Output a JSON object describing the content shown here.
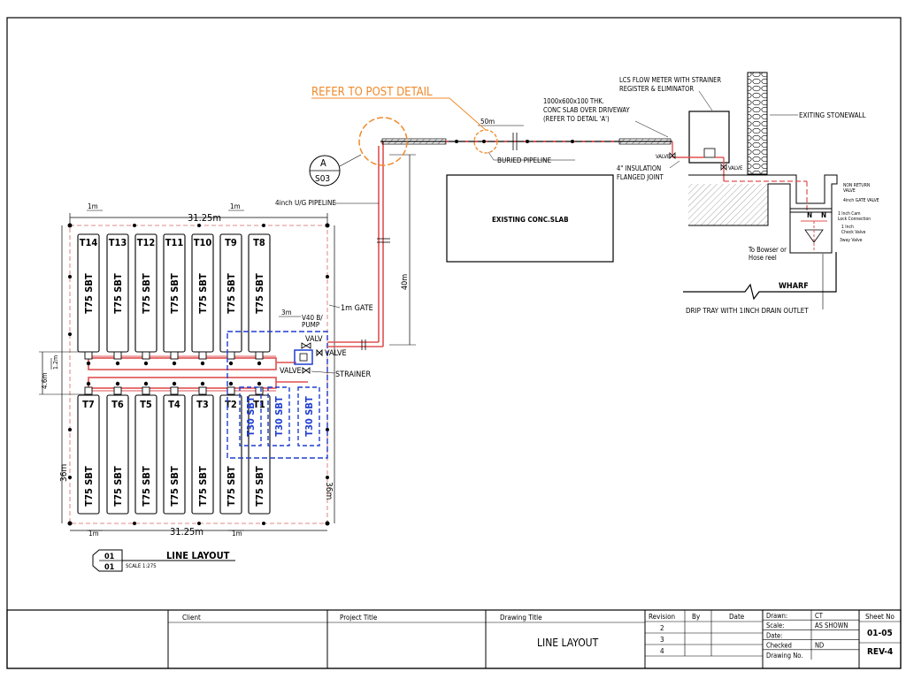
{
  "drawing": {
    "refer_to_post_detail": "REFER TO POST DETAIL",
    "detail_marker": {
      "letter": "A",
      "sheet": "S03"
    },
    "pipeline_label": "4inch U/G PIPELINE",
    "distance_50m": "50m",
    "distance_40m": "40m",
    "conc_slab_note": [
      "1000x600x100 THK.",
      "CONC SLAB OVER DRIVEWAY",
      "(REFER TO DETAIL 'A')"
    ],
    "buried_pipeline": "BURIED PIPELINE",
    "lcs_flow_meter": [
      "LCS FLOW METER WITH STRAINER",
      "REGISTER & ELIMINATOR"
    ],
    "insulation_joint": [
      "4\" INSULATION",
      "FLANGED JOINT"
    ],
    "existing_stonewall": "EXITING STONEWALL",
    "existing_slab": "EXISTING CONC.SLAB",
    "valve_label": "VALVE",
    "valv_label": "VALV",
    "strainer": "STRAINER",
    "pump": [
      "V40 B/",
      "PUMP"
    ],
    "gate": "1m GATE",
    "dim_3m": "3m",
    "dim_1m": "1m",
    "dim_3125": "31.25m",
    "dim_36": "36m",
    "dim_46": "4.6m",
    "dim_12": "1.2m",
    "wharf_notes": [
      "NON RETURN",
      "VALVE",
      "4inch GATE VALVE",
      "1 Inch Cam",
      "Lock Connection",
      "1 Inch",
      "Check Valve",
      "3way Valve"
    ],
    "bowser": [
      "To Bowser or",
      "Hose reel"
    ],
    "wharf": "WHARF",
    "drip_tray": "DRIP TRAY WITH 1INCH DRAIN OUTLET",
    "view_title": "LINE LAYOUT",
    "view_num": [
      "01",
      "01"
    ],
    "scale_note": "SCALE 1:275",
    "tanks_top": [
      "T14",
      "T13",
      "T12",
      "T11",
      "T10",
      "T9",
      "T8"
    ],
    "tanks_bottom": [
      "T7",
      "T6",
      "T5",
      "T4",
      "T3",
      "T2",
      "T1"
    ],
    "tank_type": "T75 SBT",
    "small_tank_type": "T30 SBT"
  },
  "title_block": {
    "client_label": "Client",
    "project_label": "Project Title",
    "drawing_title_label": "Drawing Title",
    "drawing_title": "LINE LAYOUT",
    "revision_headers": [
      "Revision",
      "By",
      "Date"
    ],
    "revisions": [
      "2",
      "3",
      "4"
    ],
    "info": [
      {
        "k": "Drawn:",
        "v": "CT"
      },
      {
        "k": "Scale:",
        "v": "AS SHOWN"
      },
      {
        "k": "Date:",
        "v": ""
      },
      {
        "k": "Checked",
        "v": "ND"
      },
      {
        "k": "Drawing No.",
        "v": ""
      }
    ],
    "sheet_no_label": "Sheet No",
    "sheet_no": "01-05",
    "rev": "REV-4"
  }
}
